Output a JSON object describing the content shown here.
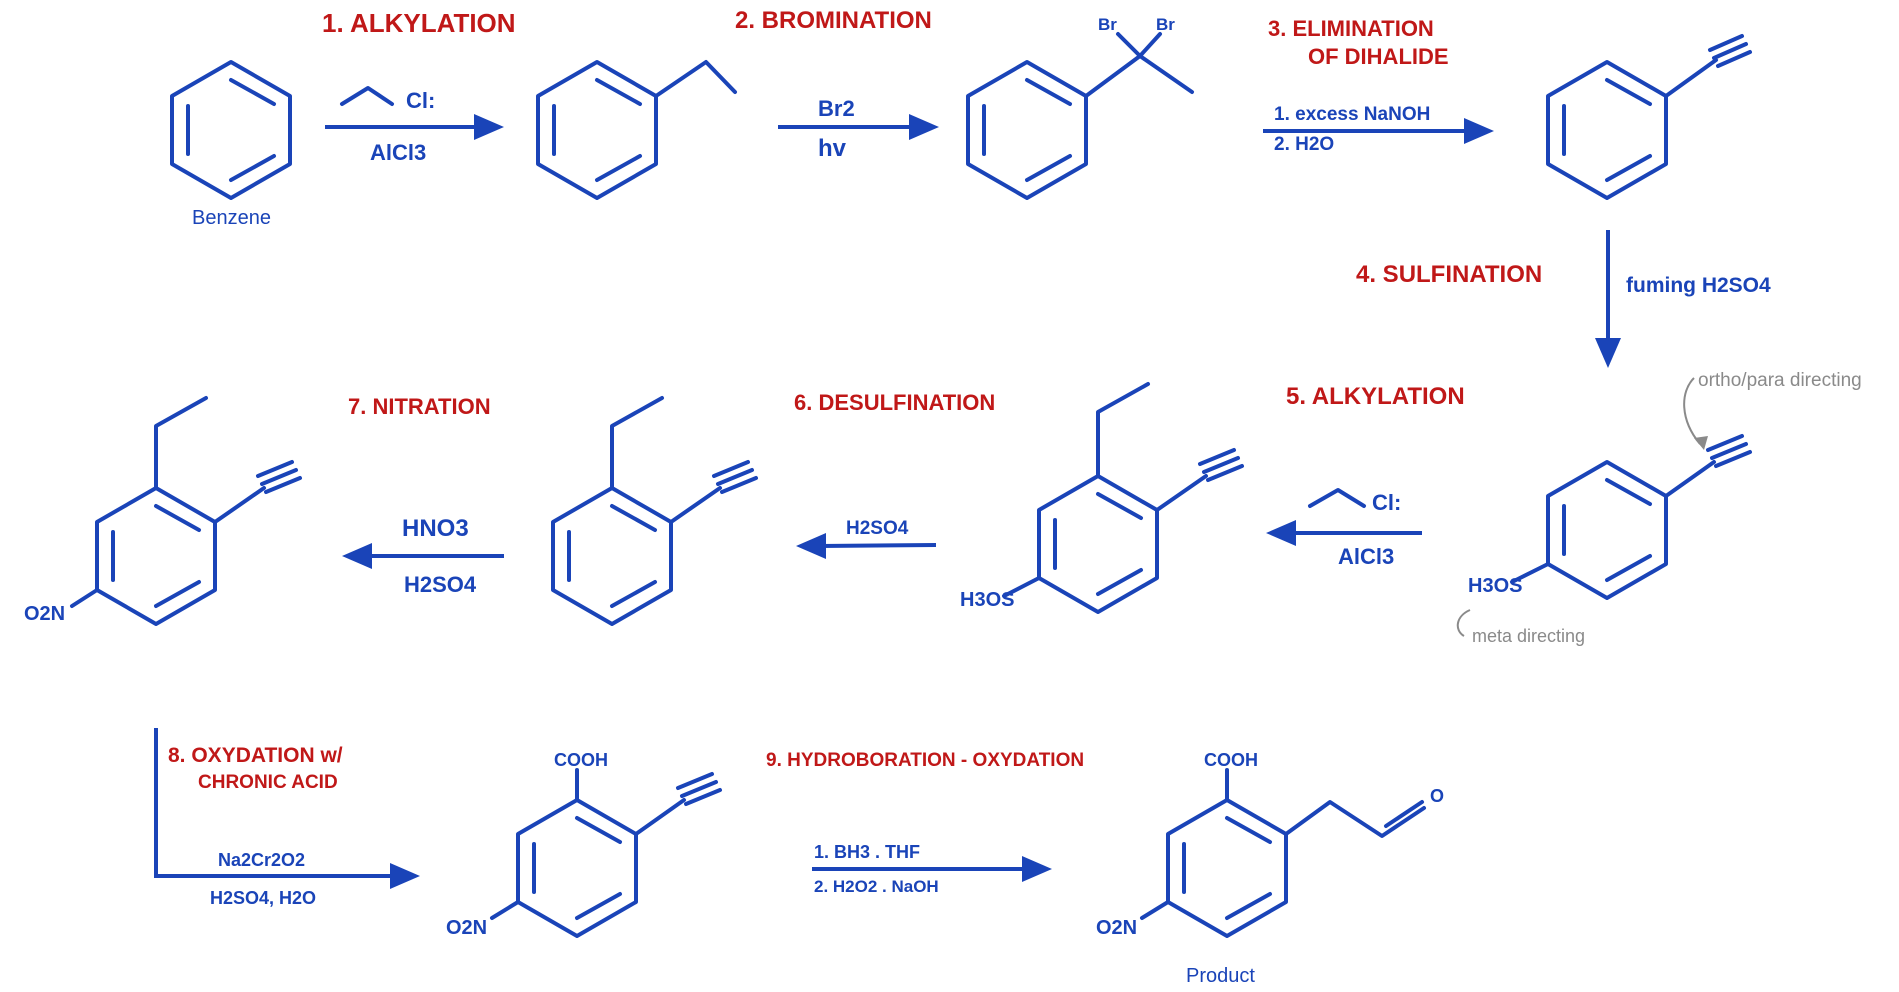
{
  "colors": {
    "step_label": "#c01818",
    "structure": "#1a44b8",
    "annotation": "#8a8a8a",
    "background": "#ffffff"
  },
  "steps": [
    {
      "label": "1. ALKYLATION",
      "reagent_top": "Cl:",
      "reagent_bottom": "AlCl3"
    },
    {
      "label": "2. BROMINATION",
      "reagent_top": "Br2",
      "reagent_bottom": "hv"
    },
    {
      "label_line1": "3. ELIMINATION",
      "label_line2": "OF DIHALIDE",
      "reagent_top": "1. excess NaNOH",
      "reagent_bottom": "2. H2O"
    },
    {
      "label": "4. SULFINATION",
      "reagent": "fuming H2SO4"
    },
    {
      "label": "5. ALKYLATION",
      "reagent_top": "Cl:",
      "reagent_bottom": "AlCl3"
    },
    {
      "label": "6. DESULFINATION",
      "reagent": "H2SO4"
    },
    {
      "label": "7. NITRATION",
      "reagent_top": "HNO3",
      "reagent_bottom": "H2SO4"
    },
    {
      "label_line1": "8. OXYDATION w/",
      "label_line2": "CHRONIC ACID",
      "reagent_top": "Na2Cr2O2",
      "reagent_bottom": "H2SO4, H2O"
    },
    {
      "label": "9. HYDROBORATION - OXYDATION",
      "reagent_top": "1. BH3 . THF",
      "reagent_bottom": "2. H2O2 . NaOH"
    }
  ],
  "structures": {
    "benzene_name": "Benzene",
    "product_name": "Product",
    "br": "Br",
    "so3h": "H3OS",
    "no2": "O2N",
    "cooh": "COOH",
    "o": "O"
  },
  "annotations": {
    "ortho_para": "ortho/para directing",
    "meta": "meta directing"
  }
}
